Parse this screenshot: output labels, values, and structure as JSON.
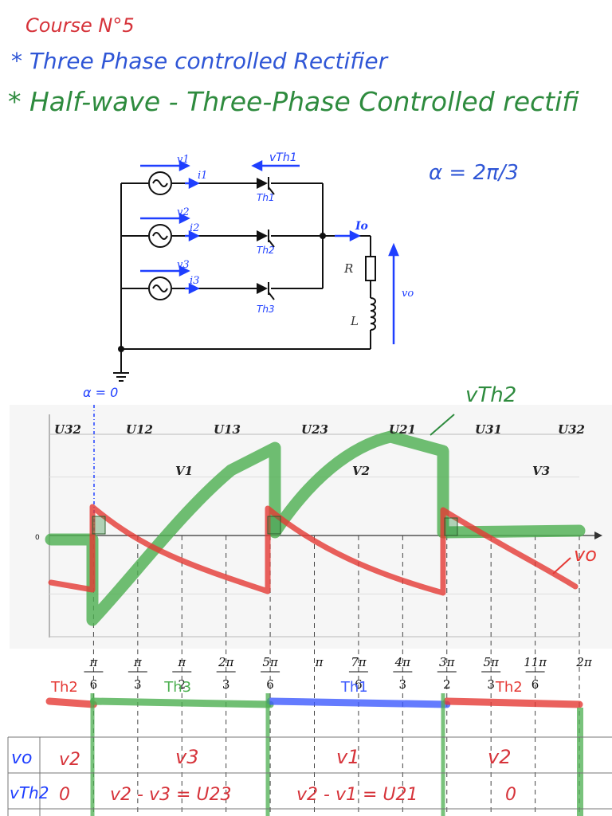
{
  "notes": {
    "course": "Course N°5",
    "heading1": "* Three Phase controlled Rectifier",
    "heading2": "* Half-wave - Three-Phase Controlled rectifi",
    "alpha": "α = 2π/3",
    "alpha_zero": "α = 0"
  },
  "circuit": {
    "sources": [
      {
        "voltage": "v1",
        "current": "i1",
        "thyristor": "Th1"
      },
      {
        "voltage": "v2",
        "current": "i2",
        "thyristor": "Th2"
      },
      {
        "voltage": "v3",
        "current": "i3",
        "thyristor": "Th3"
      }
    ],
    "vth_label": "vTh1",
    "output_current": "Io",
    "resistor": "R",
    "inductor": "L",
    "output_voltage": "vo"
  },
  "chart_data": {
    "type": "line",
    "line_voltages": [
      "U32",
      "U12",
      "U13",
      "U23",
      "U21",
      "U31",
      "U32"
    ],
    "phase_voltages": [
      "V1",
      "V2",
      "V3"
    ],
    "zero_label": "0",
    "x_ticks": [
      "π/6",
      "π/3",
      "π/2",
      "2π/3",
      "5π/6",
      "π",
      "7π/6",
      "4π/3",
      "3π/2",
      "5π/3",
      "11π/6",
      "2π"
    ],
    "tick_values": [
      0.5236,
      1.0472,
      1.5708,
      2.0944,
      2.618,
      3.1416,
      3.6652,
      4.1888,
      4.7124,
      5.236,
      5.7596,
      6.2832
    ],
    "xlim": [
      0,
      6.2832
    ],
    "ylim": [
      -1.732,
      1.732
    ],
    "series": [
      {
        "name": "vTh2",
        "color": "#4caf50"
      },
      {
        "name": "vo",
        "color": "#e53935"
      }
    ],
    "conduction": [
      {
        "label": "Th2",
        "from": 0,
        "to": 0.5236,
        "color": "#e53935"
      },
      {
        "label": "Th3",
        "from": 0.5236,
        "to": 2.618,
        "color": "#4caf50"
      },
      {
        "label": "Th1",
        "from": 2.618,
        "to": 4.7124,
        "color": "#3d5afe"
      },
      {
        "label": "Th2",
        "from": 4.7124,
        "to": 6.2832,
        "color": "#e53935"
      }
    ]
  },
  "table": {
    "rows": [
      {
        "head": "vo",
        "cells": [
          "v2",
          "v3",
          "v1",
          "v2"
        ]
      },
      {
        "head": "vTh2",
        "cells": [
          "0",
          "v2 - v3 = U23",
          "v2 - v1 = U21",
          "0"
        ]
      }
    ]
  },
  "colors": {
    "red": "#d6333a",
    "blue": "#2f56d6",
    "green": "#2e8b3e",
    "grid": "#555555"
  }
}
